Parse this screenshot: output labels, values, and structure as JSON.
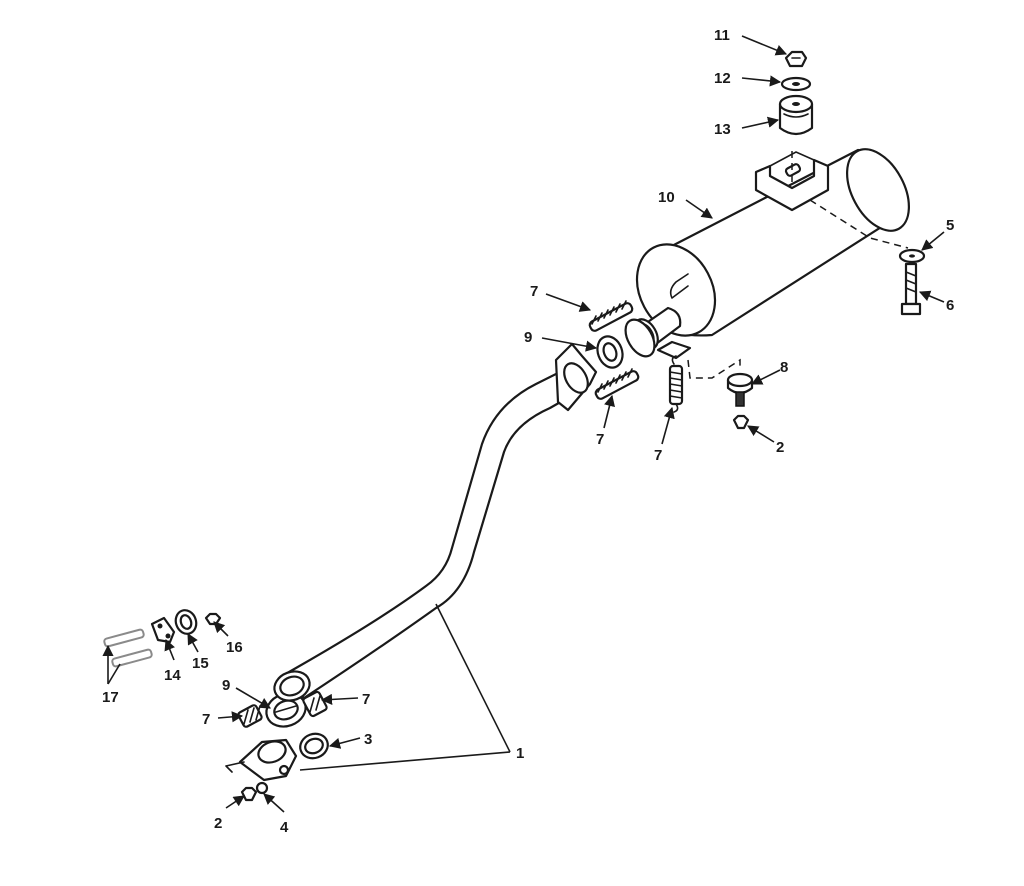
{
  "callouts": {
    "c1": "1",
    "c2a": "2",
    "c2b": "2",
    "c3": "3",
    "c4": "4",
    "c5": "5",
    "c6": "6",
    "c7a": "7",
    "c7b": "7",
    "c7c": "7",
    "c7d": "7",
    "c7e": "7",
    "c8": "8",
    "c9a": "9",
    "c9b": "9",
    "c10": "10",
    "c11": "11",
    "c12": "12",
    "c13": "13",
    "c14": "14",
    "c15": "15",
    "c16": "16",
    "c17": "17"
  },
  "colors": {
    "line": "#1a1a1a",
    "background": "#ffffff",
    "faded_part": "#8a8a8a"
  }
}
